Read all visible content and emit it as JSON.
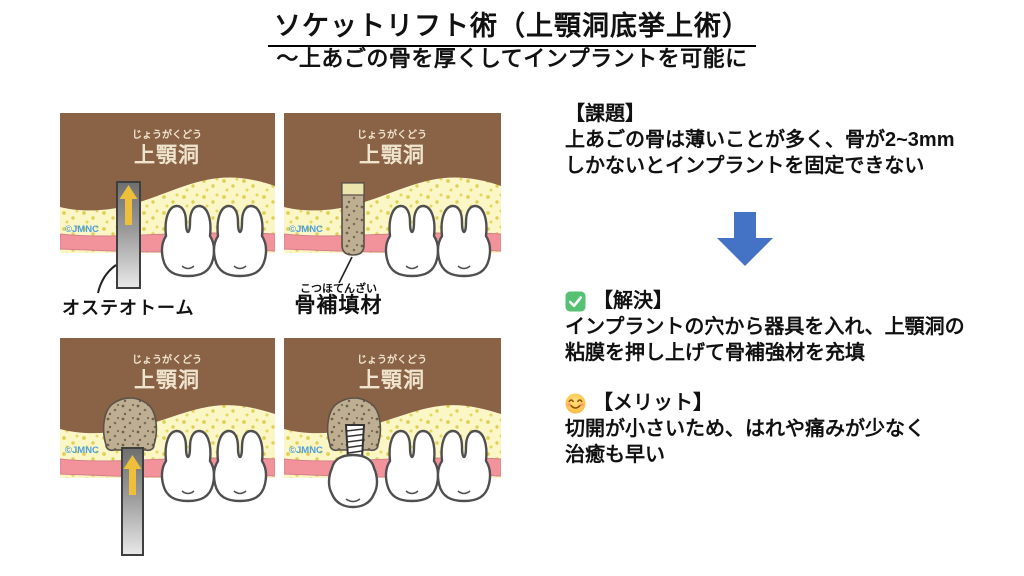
{
  "title": "ソケットリフト術（上顎洞底挙上術）",
  "subtitle": "～上あごの骨を厚くしてインプラントを可能に",
  "panels": [
    {
      "name": "osteotome-insertion",
      "sinus_furigana": "じょうがくどう",
      "sinus_label": "上顎洞",
      "watermark": "©JMNC",
      "caption": "オステオトーム"
    },
    {
      "name": "bone-graft-filling",
      "sinus_furigana": "じょうがくどう",
      "sinus_label": "上顎洞",
      "watermark": "©JMNC",
      "caption_furigana": "こつほてんざい",
      "caption": "骨補填材"
    },
    {
      "name": "sinus-membrane-lift",
      "sinus_furigana": "じょうがくどう",
      "sinus_label": "上顎洞",
      "watermark": "©JMNC"
    },
    {
      "name": "implant-placement",
      "sinus_furigana": "じょうがくどう",
      "sinus_label": "上顎洞",
      "watermark": "©JMNC"
    }
  ],
  "problem": {
    "heading": "【課題】",
    "line1": "上あごの骨は薄いことが多く、骨が2~3mm",
    "line2": "しかないとインプラントを固定できない"
  },
  "solution": {
    "icon": "check-mark-button",
    "heading": "【解決】",
    "line1": "インプラントの穴から器具を入れ、上顎洞の",
    "line2": "粘膜を押し上げて骨補強材を充填"
  },
  "merit": {
    "icon": "smiling-face-with-smiling-eyes",
    "heading": "【メリット】",
    "line1": "切開が小さいため、はれや痛みが少なく",
    "line2": "治癒も早い"
  },
  "icons": {
    "down_arrow": "blue-down-arrow",
    "up_arrow": "yellow-up-arrow"
  },
  "colors": {
    "accent_blue": "#4472C4",
    "sinus_brown": "#8A6246",
    "bone_yellow": "#FAF6C6",
    "bone_speckle": "#E0D054",
    "gum_pink": "#F2939B",
    "gum_edge": "#D4808A",
    "graft_tan": "#BFAF92",
    "graft_cap_cream": "#EDE5AE",
    "check_green": "#54C272",
    "smiley_orange": "#F9A63A",
    "watermark_blue": "#4FA0D8",
    "arrow_yellow": "#EFBE3B",
    "text_black": "#111111"
  }
}
